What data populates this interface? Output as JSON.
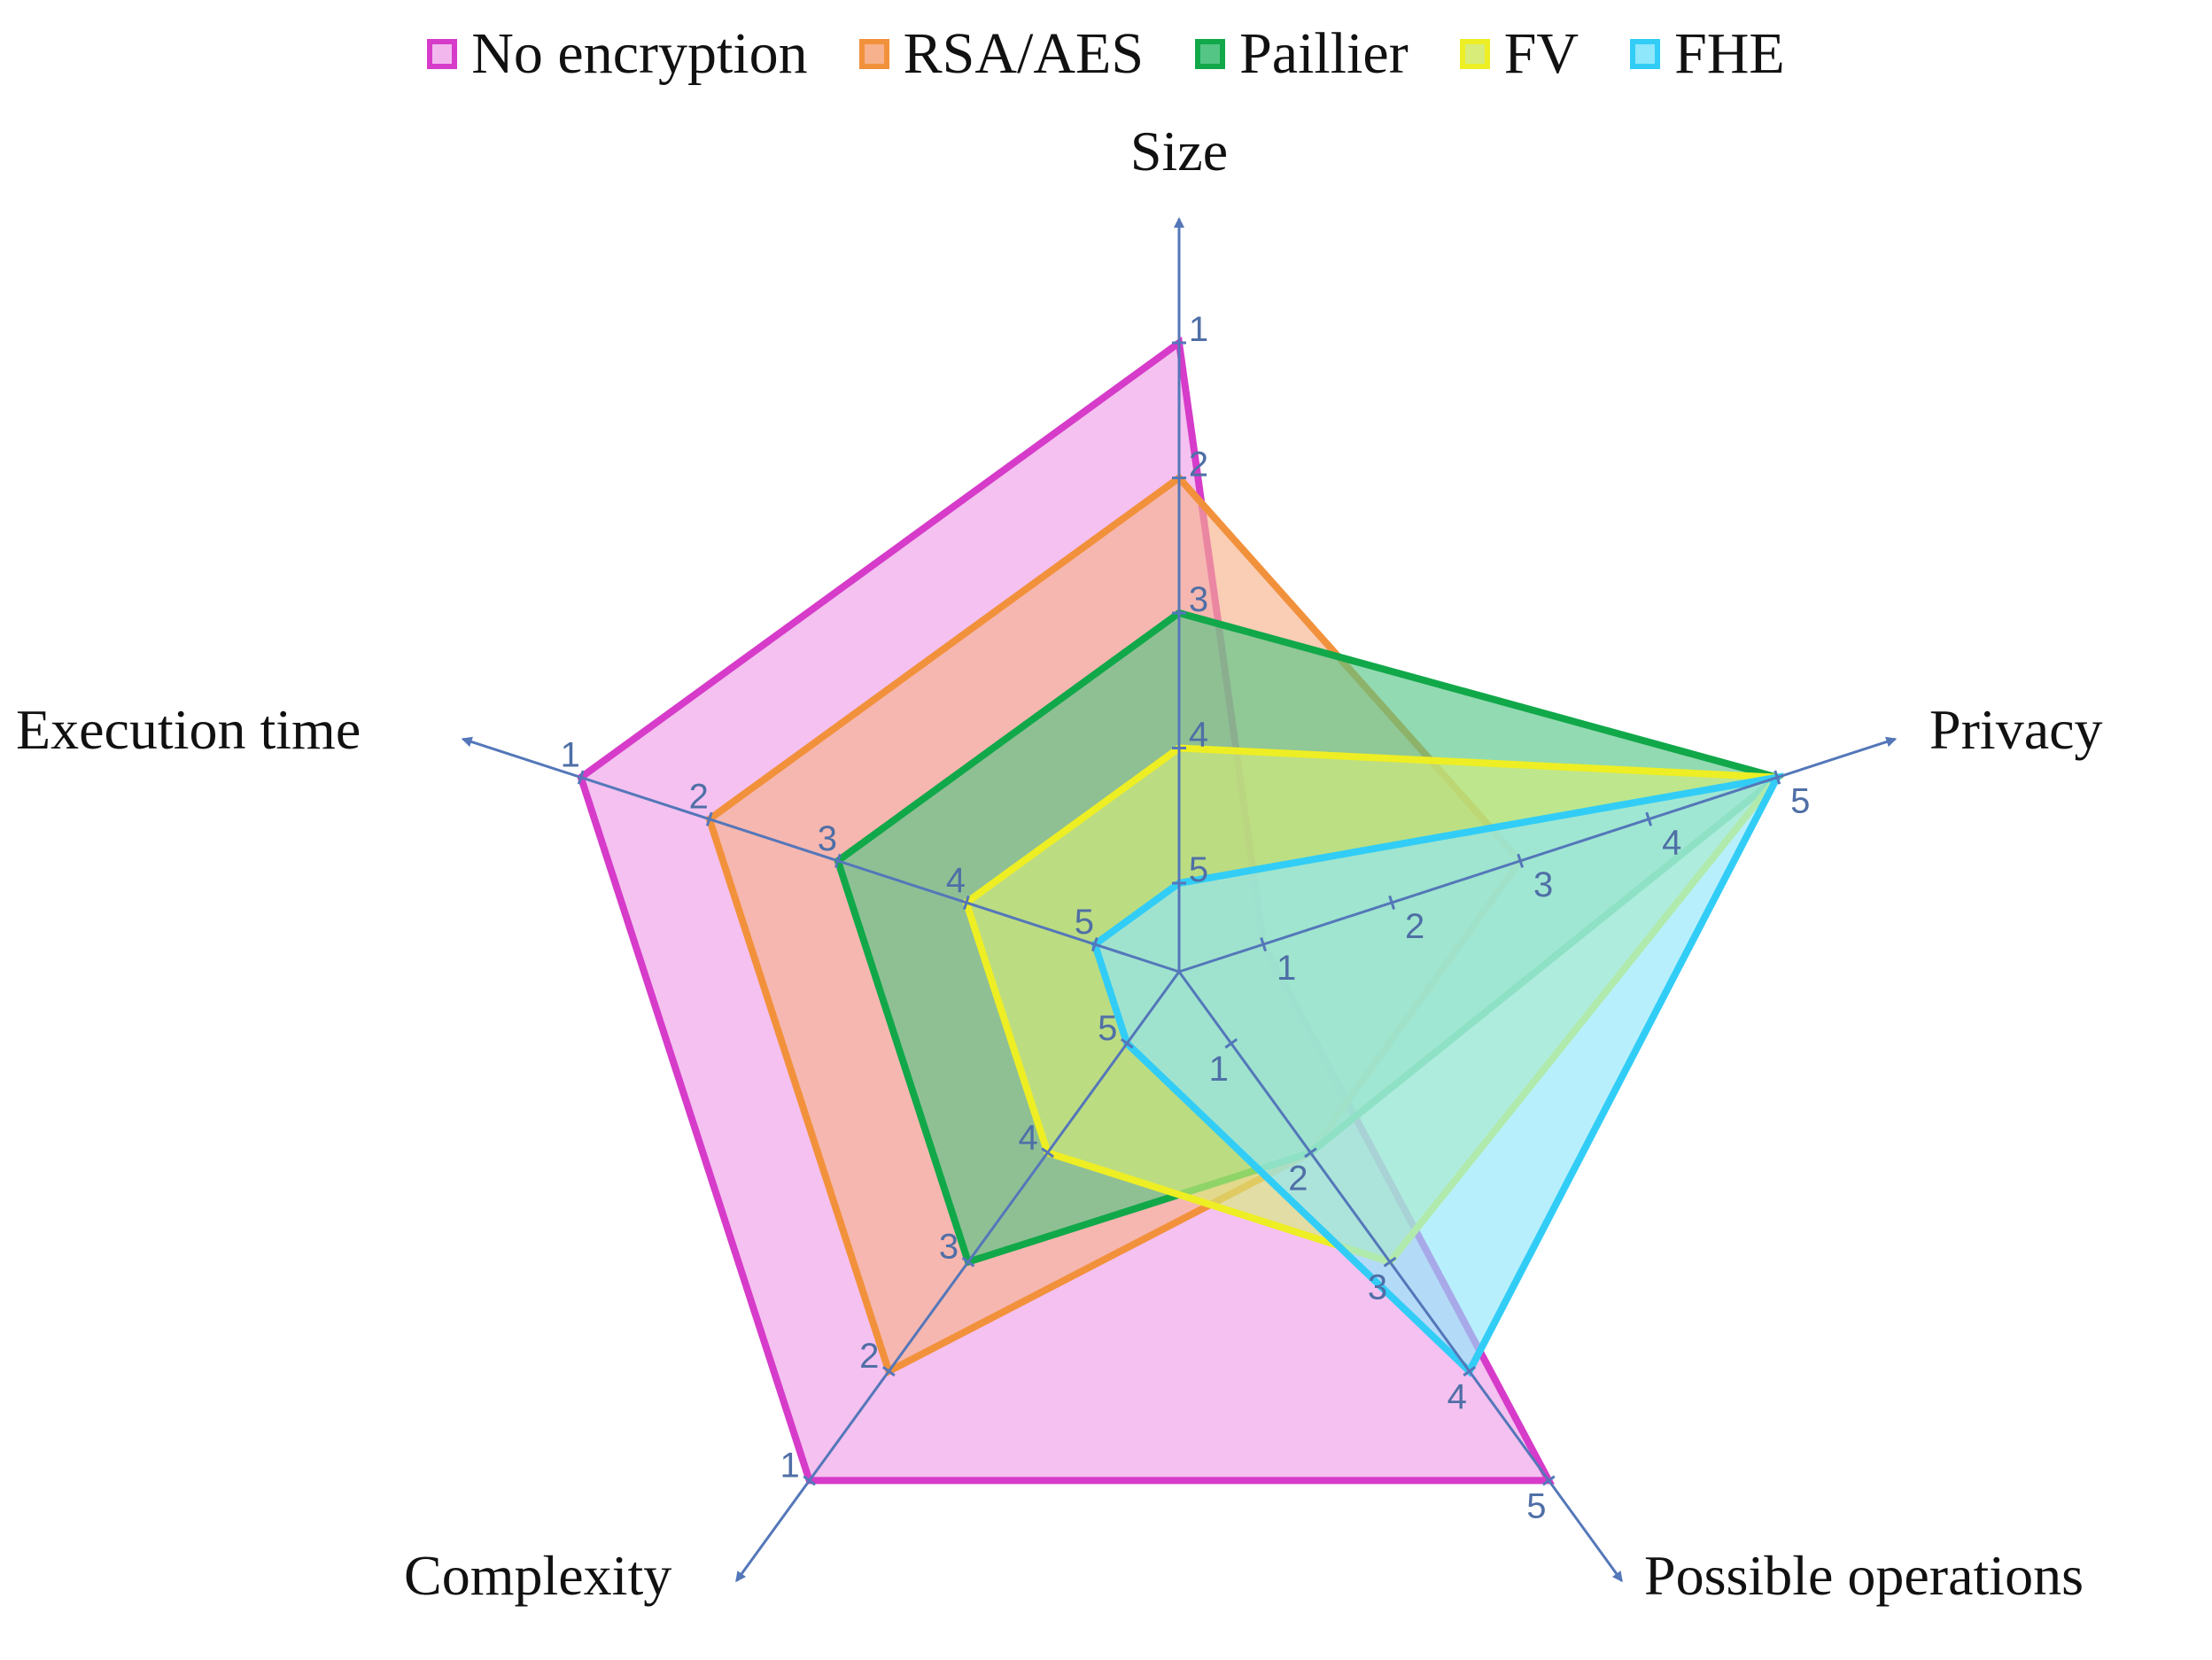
{
  "chart_data": {
    "type": "radar",
    "title": "",
    "scale": [
      1,
      2,
      3,
      4,
      5
    ],
    "legend_position": "top",
    "axes": [
      {
        "name": "Size",
        "direction": "descending"
      },
      {
        "name": "Privacy",
        "direction": "ascending"
      },
      {
        "name": "Possible operations",
        "direction": "ascending"
      },
      {
        "name": "Complexity",
        "direction": "descending"
      },
      {
        "name": "Execution time",
        "direction": "descending"
      }
    ],
    "series": [
      {
        "name": "No encryption",
        "color": "#d63bc9",
        "fill": "#f2b8ee",
        "values": [
          1,
          1,
          5,
          1,
          1
        ]
      },
      {
        "name": "RSA/AES",
        "color": "#f2913c",
        "fill": "#f7b18c",
        "values": [
          2,
          3,
          2,
          2,
          2
        ]
      },
      {
        "name": "Paillier",
        "color": "#11a84a",
        "fill": "#54c585",
        "values": [
          3,
          5,
          2,
          3,
          3
        ]
      },
      {
        "name": "FV",
        "color": "#eeee24",
        "fill": "#d7ec79",
        "values": [
          4,
          5,
          3,
          4,
          4
        ]
      },
      {
        "name": "FHE",
        "color": "#32cdf6",
        "fill": "#8ee7fb",
        "values": [
          5,
          5,
          4,
          5,
          5
        ]
      }
    ]
  }
}
